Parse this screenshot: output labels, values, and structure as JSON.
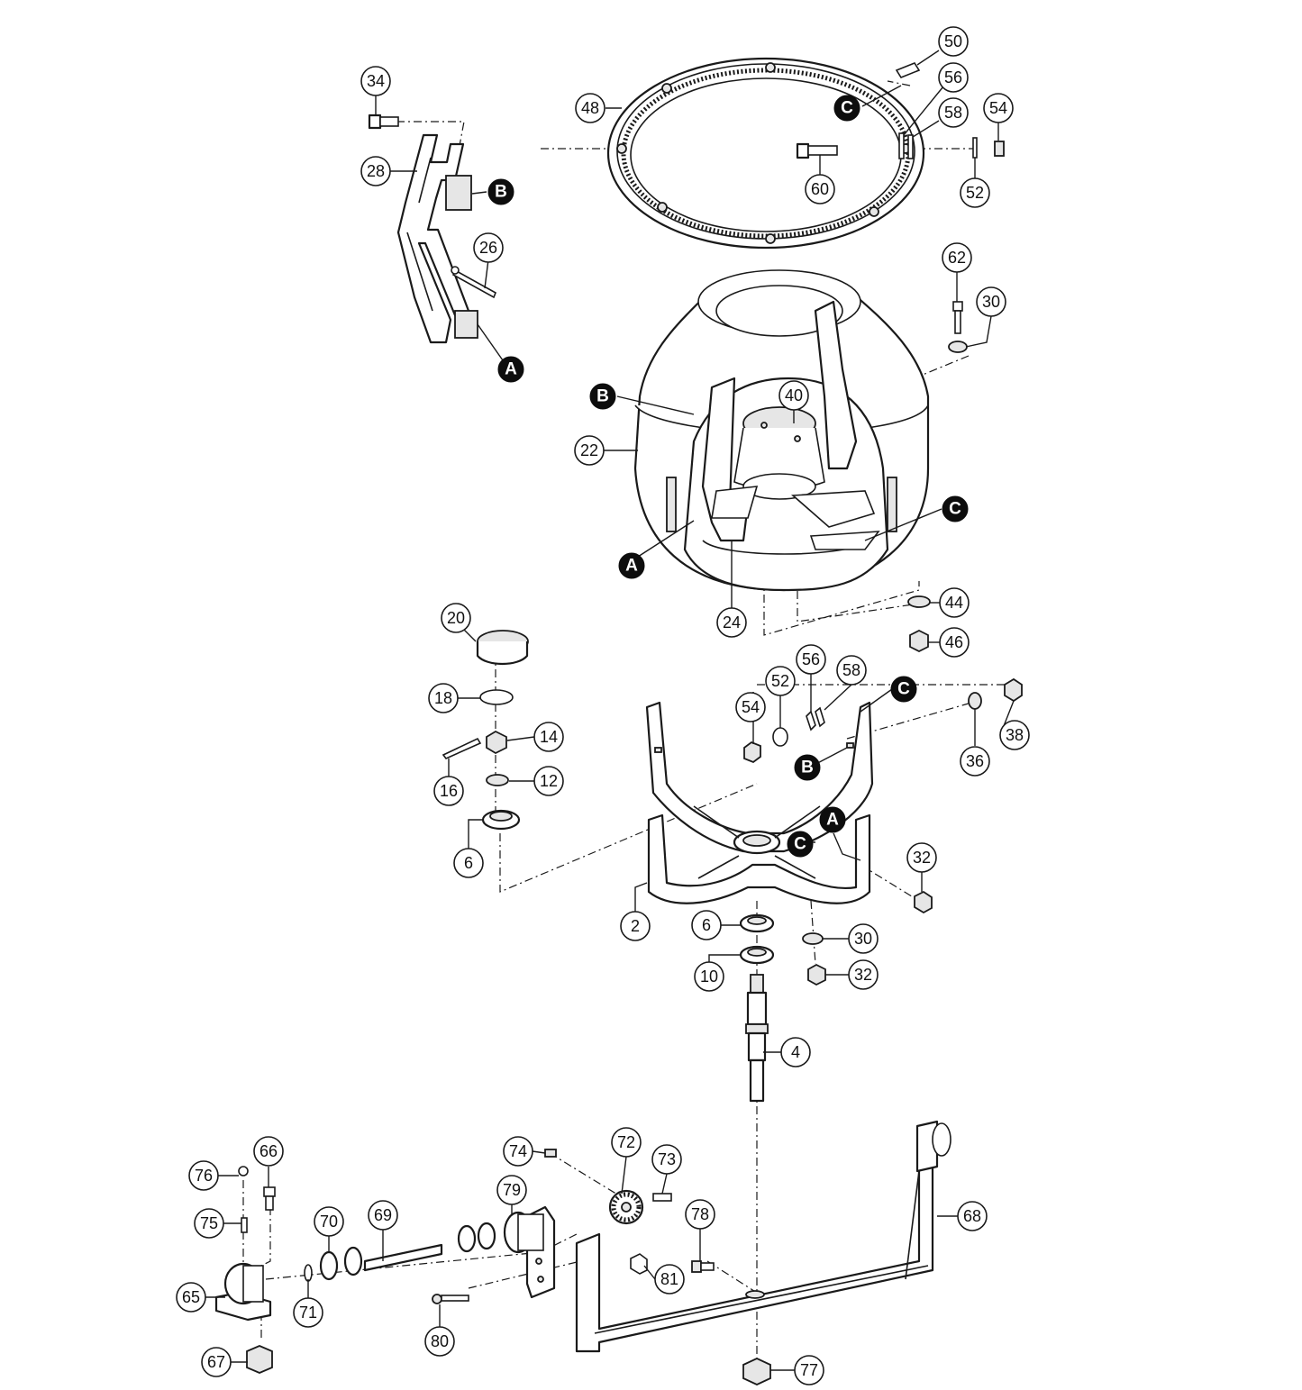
{
  "diagram": {
    "callouts": [
      "34",
      "28",
      "26",
      "48",
      "50",
      "56",
      "58",
      "54",
      "52",
      "60",
      "62",
      "30",
      "40",
      "22",
      "24",
      "44",
      "46",
      "20",
      "18",
      "14",
      "16",
      "12",
      "6",
      "52",
      "56",
      "58",
      "54",
      "38",
      "36",
      "32",
      "2",
      "6",
      "30",
      "10",
      "32",
      "4",
      "74",
      "72",
      "73",
      "66",
      "76",
      "75",
      "70",
      "69",
      "79",
      "78",
      "68",
      "65",
      "71",
      "80",
      "81",
      "67",
      "77"
    ],
    "references": [
      "B",
      "A",
      "C",
      "B",
      "A",
      "C",
      "C",
      "B",
      "A",
      "C"
    ]
  }
}
